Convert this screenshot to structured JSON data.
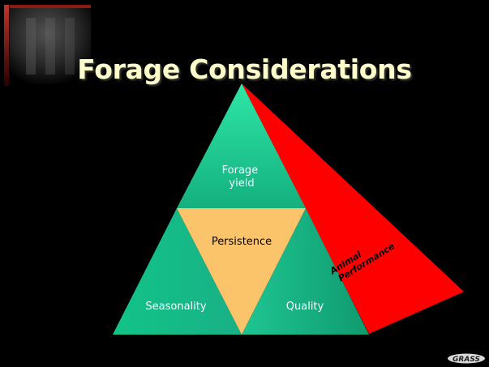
{
  "slide": {
    "title": "Forage Considerations"
  },
  "diagram": {
    "top_triangle": {
      "line1": "Forage",
      "line2": "yield"
    },
    "center_triangle": {
      "label": "Persistence"
    },
    "left_triangle": {
      "label": "Seasonality"
    },
    "right_triangle": {
      "label": "Quality"
    },
    "side_wedge": {
      "line1": "Animal",
      "line2": "Performance"
    }
  },
  "footer": {
    "logo_text": "GRASS"
  },
  "colors": {
    "background": "#000000",
    "title": "#ffffcc",
    "green": "#1fd49a",
    "center": "#fcc46a",
    "wedge": "#ff0000",
    "wedge_text": "#000000"
  }
}
